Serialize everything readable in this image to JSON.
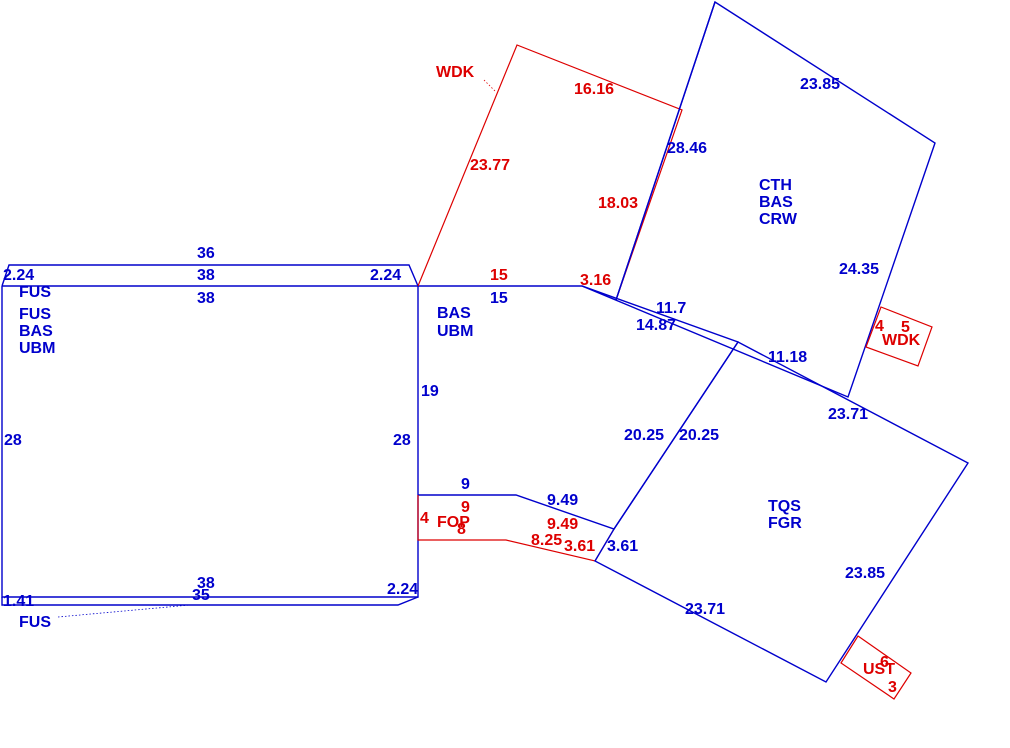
{
  "colors": {
    "main": "#0000cc",
    "addition": "#dd0000",
    "background": "#ffffff"
  },
  "labels": {
    "main_left_top": "36",
    "main_left_top2": "38",
    "main_left_top3": "38",
    "main_left_tl_diag": "2.24",
    "main_left_tr_diag": "2.24",
    "main_left_fus": "FUS",
    "main_left_code1": "FUS",
    "main_left_code2": "BAS",
    "main_left_code3": "UBM",
    "main_left_left": "28",
    "main_left_right": "28",
    "main_left_bottom": "38",
    "main_left_bottom2": "35",
    "main_left_bl_diag": "1.41",
    "main_left_br_diag": "2.24",
    "bottom_fus": "FUS",
    "mid_code1": "BAS",
    "mid_code2": "UBM",
    "mid_top_red": "15",
    "mid_top_blue": "15",
    "mid_left": "19",
    "mid_short_red": "3.16",
    "mid_diag1": "11.7",
    "mid_diag2": "14.87",
    "mid_right": "20.25",
    "mid_bottom_blue": "9",
    "mid_bottom_diag": "9.49",
    "fop_label": "FOP",
    "fop_left": "4",
    "fop_top": "9",
    "fop_bottom": "8",
    "fop_diag": "9.49",
    "fop_diag2": "8.25",
    "fop_short": "3.61",
    "wdk_top_label": "WDK",
    "wdk_top_top": "16.16",
    "wdk_top_left": "23.77",
    "wdk_top_right": "18.03",
    "cth_code1": "CTH",
    "cth_code2": "BAS",
    "cth_code3": "CRW",
    "cth_top": "23.85",
    "cth_left": "28.46",
    "cth_right": "24.35",
    "cth_bottom": "11.18",
    "wdk_small_label": "WDK",
    "wdk_small_a": "4",
    "wdk_small_b": "5",
    "tqs_code1": "TQS",
    "tqs_code2": "FGR",
    "tqs_left": "20.25",
    "tqs_top": "23.71",
    "tqs_right": "23.85",
    "tqs_bottom": "23.71",
    "tqs_short": "3.61",
    "ust_label": "UST",
    "ust_a": "6",
    "ust_b": "3"
  }
}
